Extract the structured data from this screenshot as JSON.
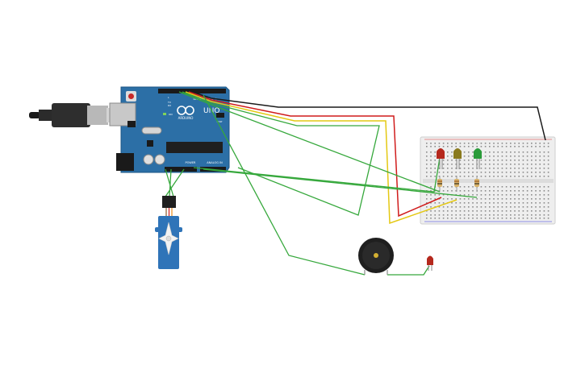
{
  "board": {
    "brand_label": "ARDUINO",
    "model_label": "UNO",
    "digital_label": "DIGITAL (PWM~)",
    "power_label": "POWER",
    "analog_label": "ANALOG IN",
    "icsp_label": "ICSP",
    "on_label": "ON",
    "tx_label": "TX",
    "rx_label": "RX",
    "l_label": "L"
  },
  "colors": {
    "board": "#2c6fa6",
    "board_dark": "#1d5684",
    "wire_green": "#36a83c",
    "wire_red": "#d01c1c",
    "wire_yellow": "#e4c812",
    "wire_black": "#1a1a1a",
    "breadboard": "#eeeeee",
    "led_red": "#b5281d",
    "led_yellow": "#8a7a1e",
    "led_green": "#2a9b3a",
    "servo_blue": "#2f74b8",
    "buzzer": "#1f1f1f"
  },
  "components": {
    "leds_on_breadboard": [
      "red",
      "yellow",
      "green"
    ],
    "resistor_count": 3,
    "standalone_led": "red",
    "servo": "micro-servo",
    "buzzer": "piezo"
  }
}
